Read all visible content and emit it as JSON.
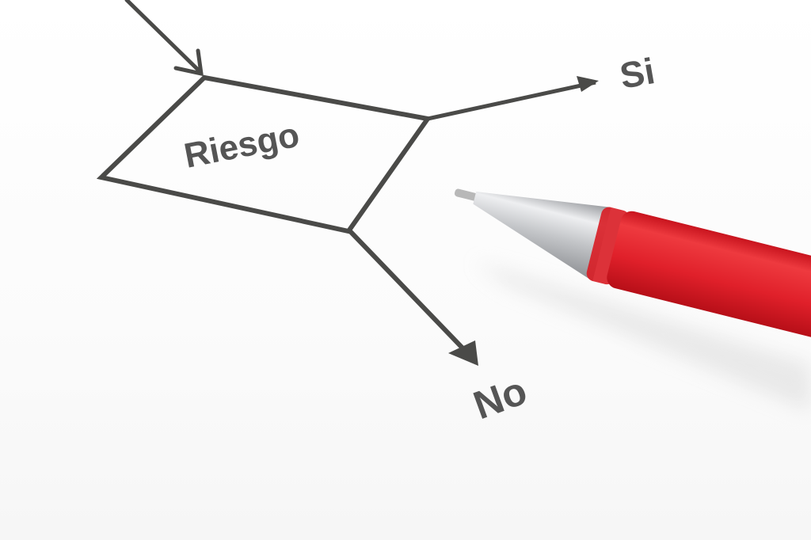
{
  "diagram": {
    "decision_label": "Riesgo",
    "yes_label": "Si",
    "no_label": "No"
  },
  "colors": {
    "line": "#4a4a48",
    "text": "#555555",
    "pen_red": "#e0202a",
    "pen_silver": "#c8c9cc"
  }
}
